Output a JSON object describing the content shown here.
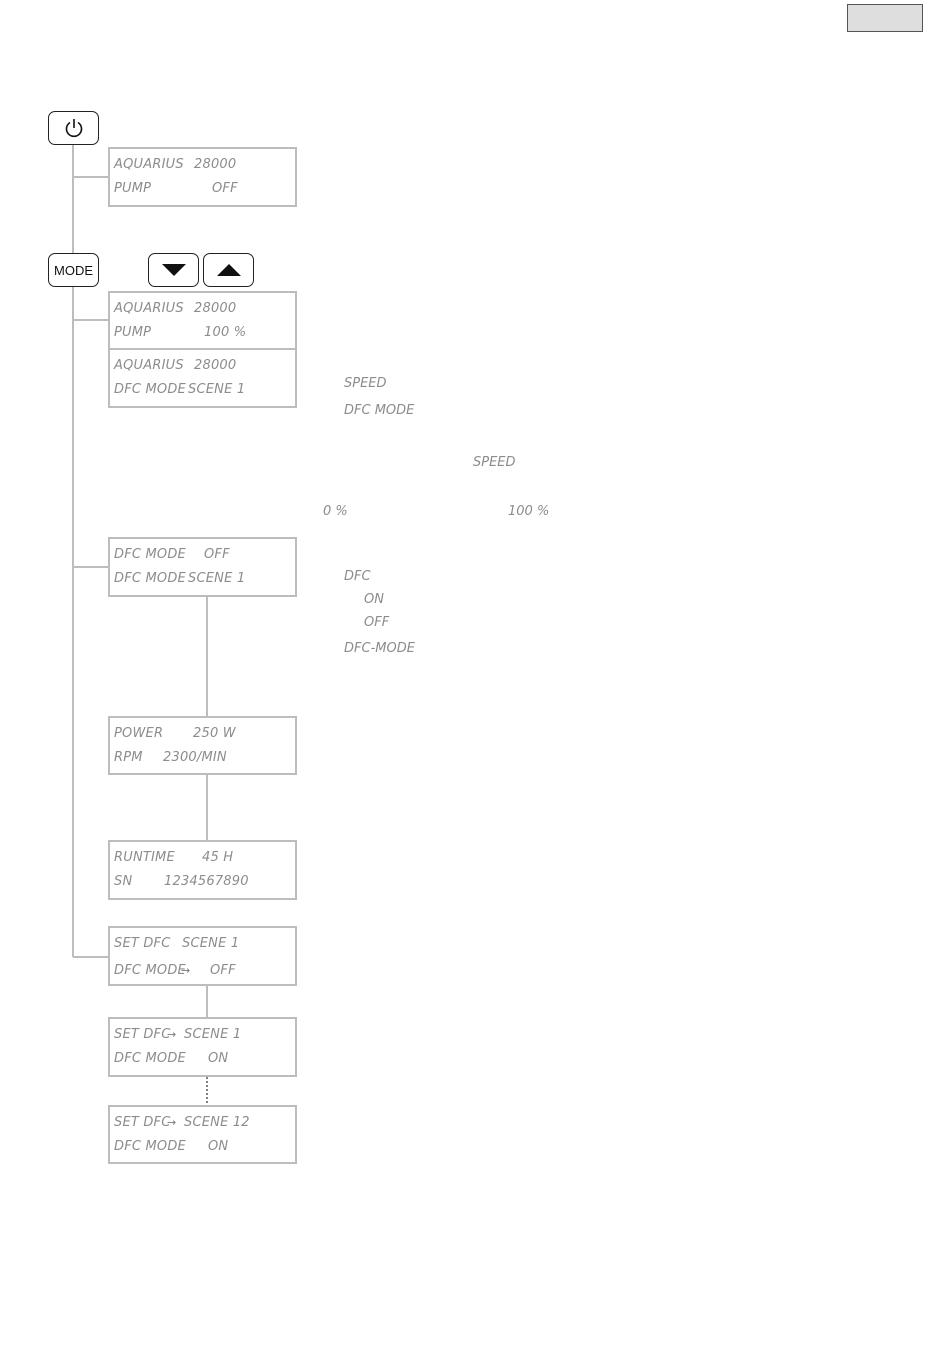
{
  "buttons": {
    "mode_label": "MODE"
  },
  "screens": [
    {
      "line1": {
        "label": "AQUARIUS",
        "value": "28000"
      },
      "line2": {
        "label": "PUMP",
        "value": "OFF"
      }
    },
    {
      "line1": {
        "label": "AQUARIUS",
        "value": "28000"
      },
      "line2": {
        "label": "PUMP",
        "value": "100 %"
      }
    },
    {
      "line1": {
        "label": "AQUARIUS",
        "value": "28000"
      },
      "line2": {
        "label": "DFC MODE",
        "value": "SCENE 1"
      }
    },
    {
      "line1": {
        "label": "DFC MODE",
        "value": "OFF"
      },
      "line2": {
        "label": "DFC MODE",
        "value": "SCENE 1"
      }
    },
    {
      "line1": {
        "label": "POWER",
        "value": "250 W"
      },
      "line2": {
        "label": "RPM",
        "value": "2300/MIN"
      }
    },
    {
      "line1": {
        "label": "RUNTIME",
        "value": "45 H"
      },
      "line2": {
        "label": "SN",
        "value": "1234567890"
      }
    },
    {
      "line1": {
        "label": "SET DFC",
        "value": "SCENE 1"
      },
      "line2": {
        "label": "DFC MODE",
        "arrow": "→",
        "value": "OFF"
      }
    },
    {
      "line1": {
        "label": "SET DFC",
        "arrow": "→",
        "value": "SCENE 1"
      },
      "line2": {
        "label": "DFC MODE",
        "value": "ON"
      }
    },
    {
      "line1": {
        "label": "SET DFC",
        "arrow": "→",
        "value": "SCENE 12"
      },
      "line2": {
        "label": "DFC MODE",
        "value": "ON"
      }
    }
  ],
  "annotations": {
    "speed": "SPEED",
    "dfc_mode": "DFC MODE",
    "speed2": "SPEED",
    "zero_pct": "0 %",
    "hundred_pct": "100 %",
    "dfc": "DFC",
    "on": "ON",
    "off": "OFF",
    "dfc_mode_hyphen": "DFC-MODE"
  },
  "colors": {
    "lcd_border": "#bdbdbd",
    "lcd_text": "#8c8c8c",
    "connector": "#bdbdbd",
    "page_tab": "#dedede"
  },
  "icons": [
    "power-icon",
    "arrow-down-icon",
    "arrow-up-icon",
    "arrow-right-icon"
  ]
}
